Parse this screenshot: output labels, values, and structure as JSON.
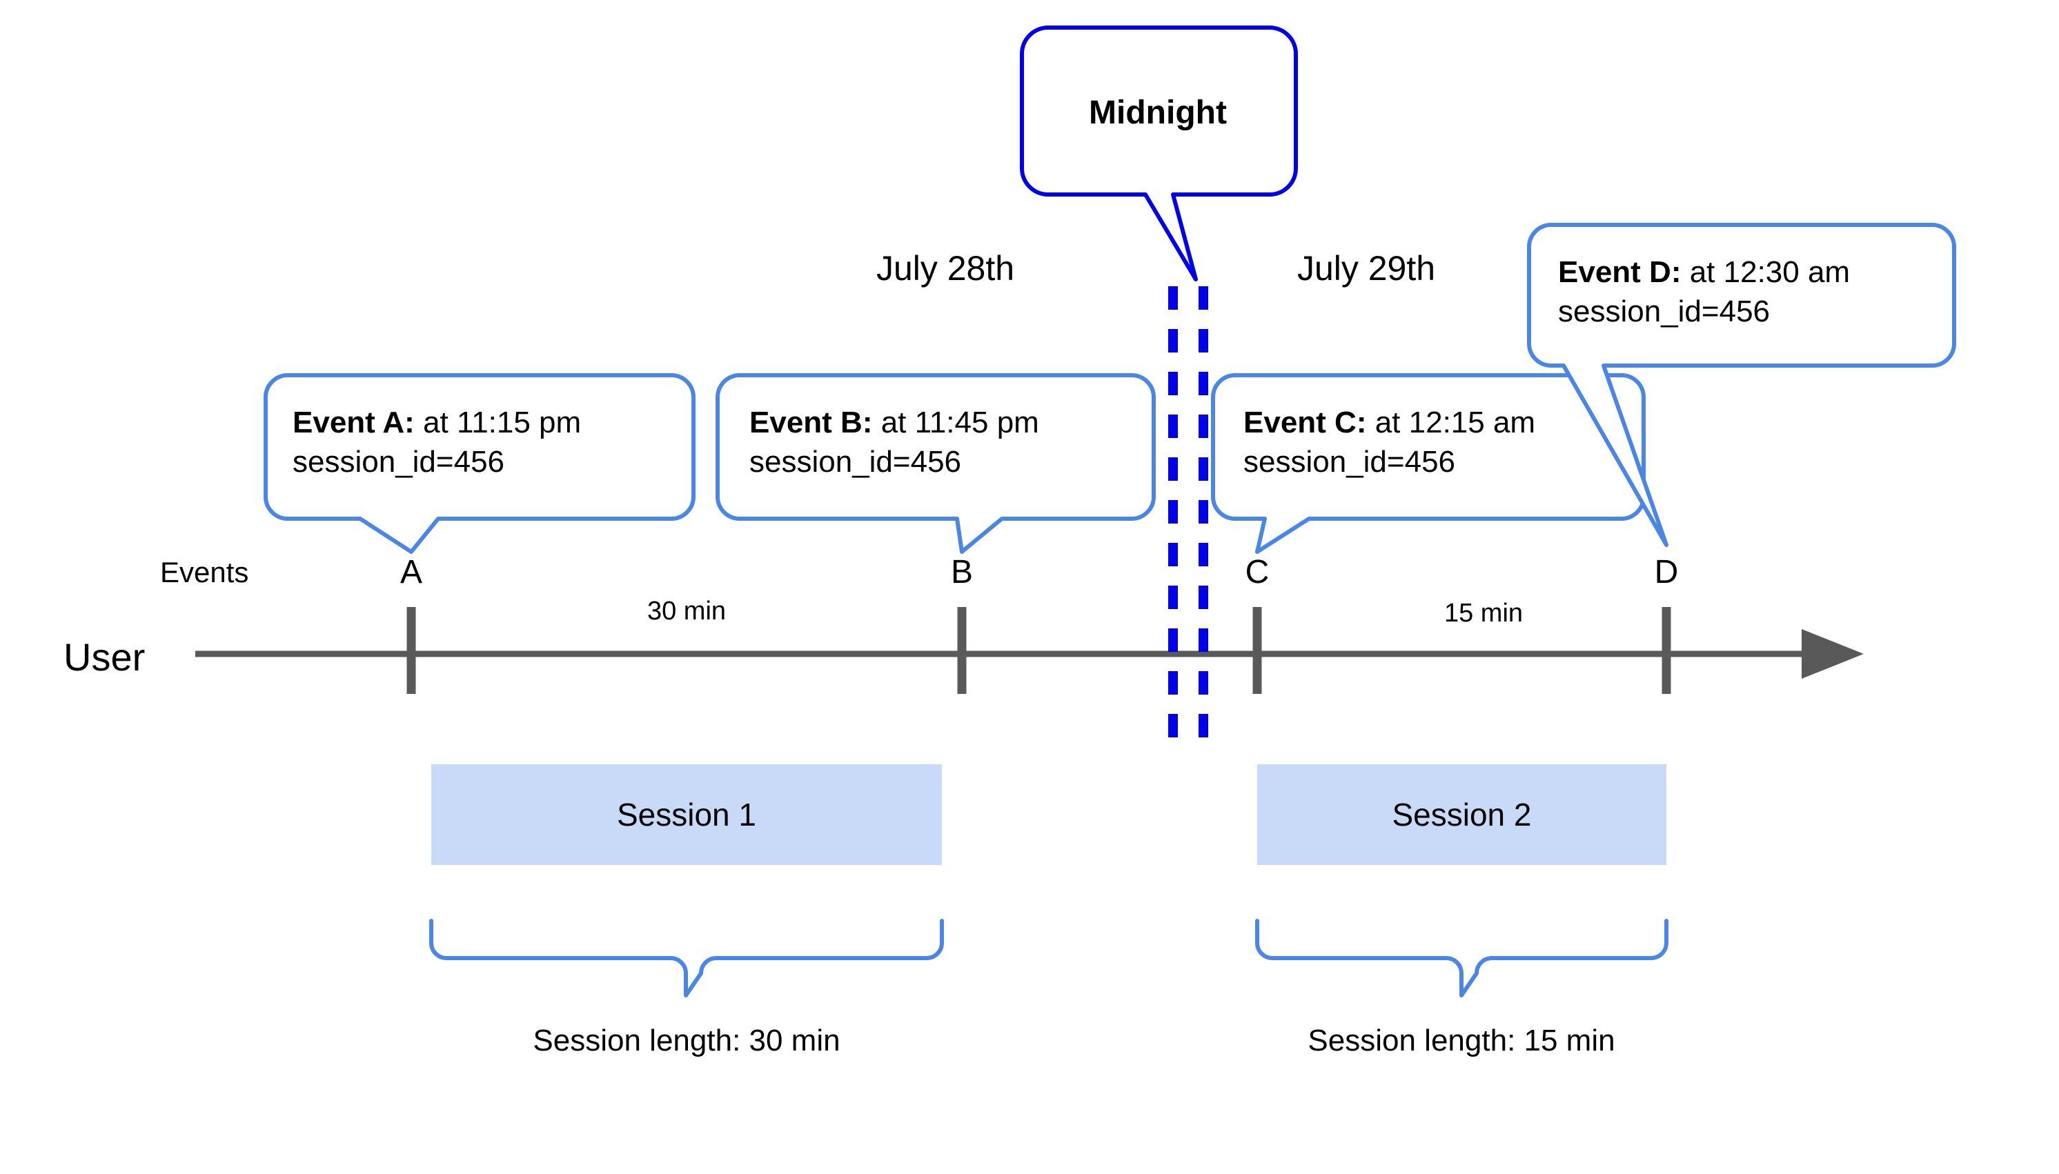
{
  "diagram": {
    "title_callout": {
      "label": "Midnight"
    },
    "dates": [
      {
        "label": "July 28th"
      },
      {
        "label": "July 29th"
      }
    ],
    "axis": {
      "row_label": "User",
      "events_label": "Events"
    },
    "events": [
      {
        "tick": "A",
        "callout_bold": "Event A:",
        "callout_rest": " at 11:15 pm",
        "callout_line2": "session_id=456"
      },
      {
        "tick": "B",
        "callout_bold": "Event B:",
        "callout_rest": " at 11:45 pm",
        "callout_line2": "session_id=456"
      },
      {
        "tick": "C",
        "callout_bold": "Event C:",
        "callout_rest": " at 12:15 am",
        "callout_line2": "session_id=456"
      },
      {
        "tick": "D",
        "callout_bold": "Event D:",
        "callout_rest": " at 12:30 am",
        "callout_line2": "session_id=456"
      }
    ],
    "gaps": [
      {
        "label": "30 min"
      },
      {
        "label": "15 min"
      }
    ],
    "sessions": [
      {
        "name": "Session 1",
        "length_label": "Session length: 30 min"
      },
      {
        "name": "Session 2",
        "length_label": "Session length: 15 min"
      }
    ],
    "colors": {
      "callout_border": "#4a86e8",
      "midnight_border": "#0000ee",
      "midnight_dash": "#0000ee",
      "session_fill": "#c9daf8",
      "axis": "#595959",
      "brace": "#4a86e8",
      "text": "#000000",
      "background": "#ffffff"
    }
  }
}
